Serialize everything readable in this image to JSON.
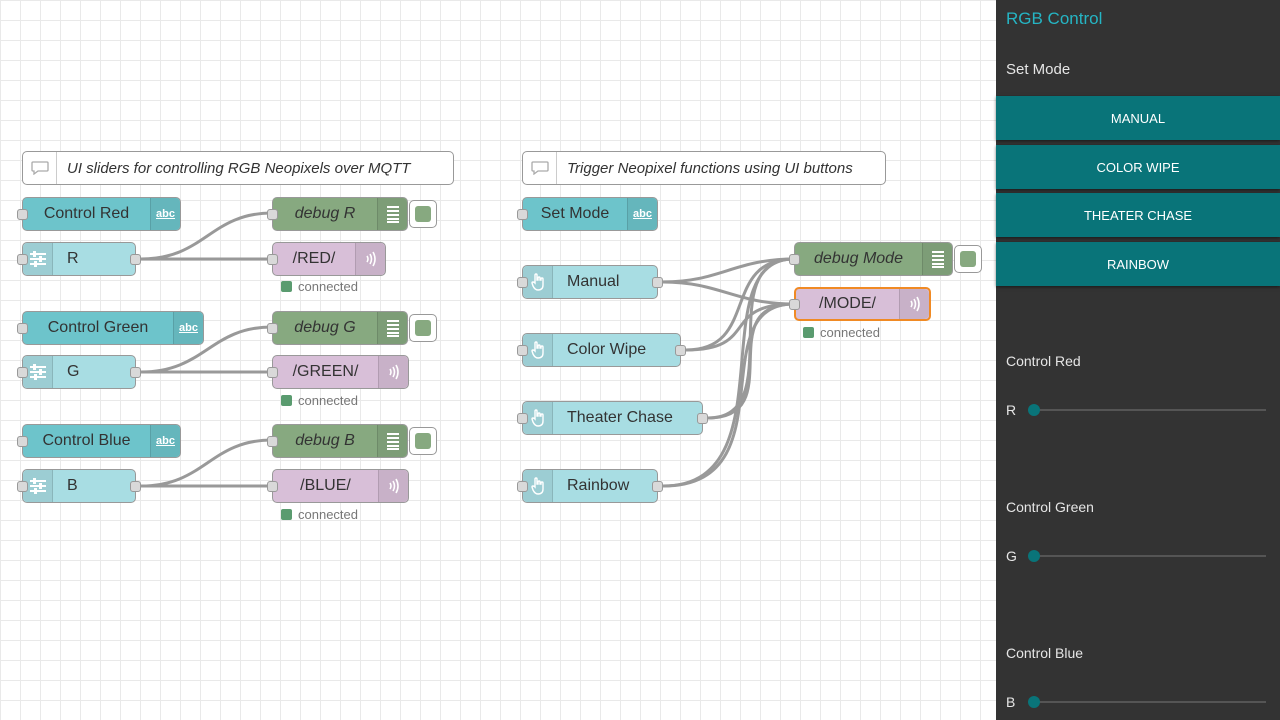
{
  "flow": {
    "comments": {
      "left": "UI sliders for controlling RGB Neopixels over MQTT",
      "right": "Trigger Neopixel functions using UI buttons"
    },
    "text_nodes": {
      "red": "Control Red",
      "green": "Control Green",
      "blue": "Control Blue",
      "mode": "Set Mode",
      "icon": "abc"
    },
    "sliders": {
      "r": "R",
      "g": "G",
      "b": "B"
    },
    "debug": {
      "r": "debug R",
      "g": "debug G",
      "b": "debug B",
      "mode": "debug Mode"
    },
    "mqtt": {
      "red": "/RED/",
      "green": "/GREEN/",
      "blue": "/BLUE/",
      "mode": "/MODE/",
      "status": "connected"
    },
    "buttons": {
      "manual": "Manual",
      "colorwipe": "Color Wipe",
      "theater": "Theater Chase",
      "rainbow": "Rainbow"
    }
  },
  "dashboard": {
    "title": "RGB Control",
    "set_mode_label": "Set Mode",
    "buttons": [
      "MANUAL",
      "COLOR WIPE",
      "THEATER CHASE",
      "RAINBOW"
    ],
    "controls": [
      {
        "group": "Control Red",
        "label": "R",
        "value": 0
      },
      {
        "group": "Control Green",
        "label": "G",
        "value": 0
      },
      {
        "group": "Control Blue",
        "label": "B",
        "value": 0
      }
    ],
    "colors": {
      "accent": "#097479",
      "title": "#25b5c4",
      "panel": "#333333"
    }
  }
}
